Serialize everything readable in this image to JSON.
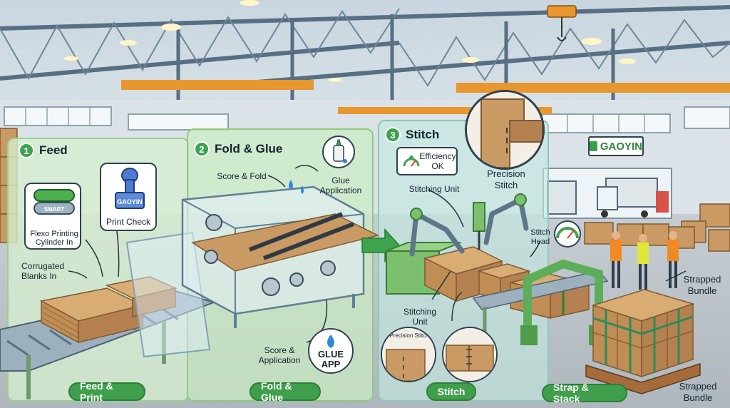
{
  "steps": [
    {
      "number": "1",
      "title": "Feed",
      "footer": "Feed & Print"
    },
    {
      "number": "2",
      "title": "Fold & Glue",
      "footer": "Fold & Glue"
    },
    {
      "number": "3",
      "title": "Stitch",
      "footer": "Stitch"
    }
  ],
  "final_stage": {
    "footer": "Strap & Stack"
  },
  "labels": {
    "print_check": "Print Check",
    "stamp_text": "GAOYIN",
    "roller_text": "SMART",
    "flexo_cylinder": "Flexo Printing Cylinder In",
    "corrugated_blanks": "Corrugated Blanks In",
    "score_fold": "Score & Fold",
    "glue_application": "Glue Application",
    "score_application": "Score & Application",
    "glue_app_badge": "GLUE APP",
    "efficiency": "Efficiency OK",
    "stitching_unit_top": "Stitching Unit",
    "stitching_unit_bottom": "Stitching Unit",
    "precision_stitch_top": "Precision Stitch",
    "precision_stitch_small": "Precision Stitch",
    "stitch_head": "Stitch Head",
    "strapped_bundle_top": "Strapped Bundle",
    "strapped_bundle_bottom": "Strapped Bundle"
  },
  "brand": {
    "name": "GAOYIN"
  },
  "colors": {
    "accent_green": "#3f9f4c",
    "cardboard": "#c99a63",
    "machine_green": "#73bd6a",
    "steel": "#5d7688",
    "safety_orange": "#f08a24",
    "safety_yellow": "#dfe63a"
  }
}
